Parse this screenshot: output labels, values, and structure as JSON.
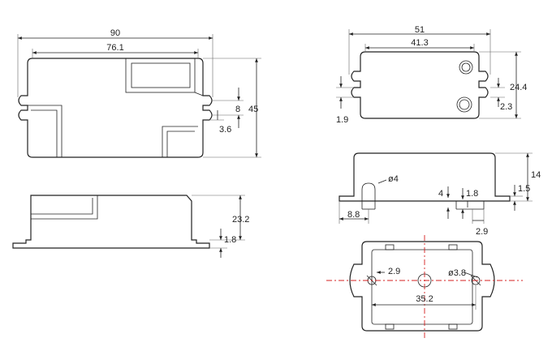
{
  "views": {
    "top_large": {
      "width": "90",
      "inner_width": "76.1",
      "height": "45",
      "tab_gap": "8",
      "tab_width": "3.6"
    },
    "side_large": {
      "height": "23.2",
      "base": "1.8"
    },
    "top_small": {
      "width": "51",
      "inner_width": "41.3",
      "height": "24.4",
      "tab_gap": "1.9",
      "tab_width": "2.3"
    },
    "side_small": {
      "height": "14",
      "tab_height": "1.5",
      "boss": "ø4",
      "offset": "8.8",
      "slot_a": "4",
      "slot_b": "1.8",
      "slot_c": "2.9"
    },
    "bottom_small": {
      "hole_offset": "2.9",
      "hole_diameter": "ø3.8",
      "hole_spacing": "35.2"
    }
  },
  "colors": {
    "line": "#222222",
    "centerline": "#d42020"
  }
}
